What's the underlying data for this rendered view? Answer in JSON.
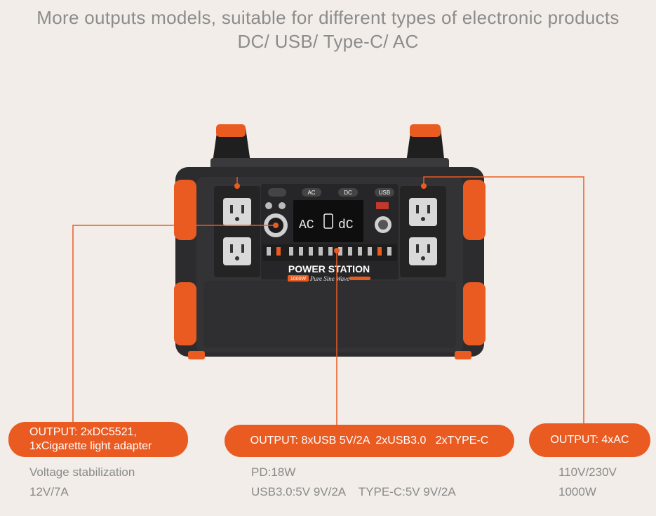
{
  "headline": {
    "line1": "More outputs models, suitable for different types of electronic products",
    "line2": "DC/ USB/ Type-C/ AC"
  },
  "product": {
    "name": "POWER STATION",
    "badge": "1000W",
    "wave": "Pure Sine Wave",
    "buttons": [
      "AC",
      "DC",
      "USB"
    ],
    "screen": {
      "left": "AC",
      "right": "dC"
    }
  },
  "callouts": {
    "dc": {
      "line1": "OUTPUT: 2xDC5521,",
      "line2": "1xCigarette light adapter",
      "spec1": "Voltage stabilization",
      "spec2": "12V/7A"
    },
    "usb": {
      "title": "OUTPUT: 8xUSB 5V/2A  2xUSB3.0   2xTYPE-C",
      "spec1": "PD:18W",
      "spec2": "USB3.0:5V 9V/2A    TYPE-C:5V 9V/2A"
    },
    "ac": {
      "title": "OUTPUT: 4xAC",
      "spec1": "110V/230V",
      "spec2": "1000W"
    }
  },
  "colors": {
    "accent": "#ea5b22",
    "background": "#f2ede8",
    "body": "#2c2c2e"
  }
}
